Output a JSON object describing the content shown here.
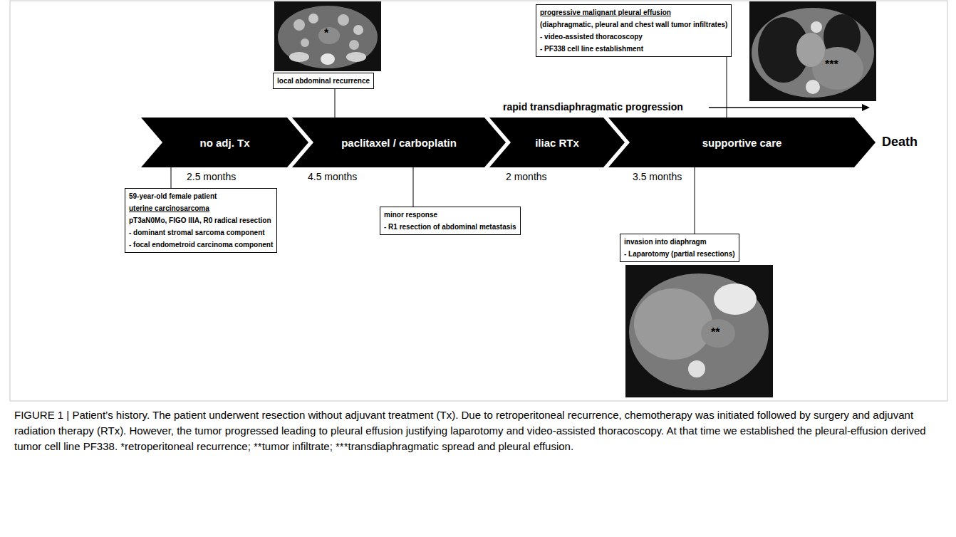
{
  "diagram": {
    "caption": "FIGURE 1 | Patient’s history. The patient underwent resection without adjuvant treatment (Tx). Due to retroperitoneal recurrence, chemotherapy was initiated followed by surgery and adjuvant radiation therapy (RTx). However, the tumor progressed leading to pleural effusion justifying laparotomy and video-assisted thoracoscopy. At that time we established the pleural-effusion derived tumor cell line PF338. *retroperitoneal recurrence; **tumor infiltrate; ***transdiaphragmatic spread and pleural effusion.",
    "nodes": [
      {
        "text": [
          "local abdominal recurrence"
        ]
      },
      {
        "text": [
          "progressive malignant pleural effusion",
          "(diaphragmatic, pleural and chest wall tumor infiltrates)",
          "- video-assisted thoracoscopy",
          "- PF338 cell line establishment"
        ]
      },
      {
        "text": [
          "no adj. Tx"
        ]
      },
      {
        "text": [
          "paclitaxel / carboplatin"
        ]
      },
      {
        "text": [
          "iliac RTx"
        ]
      },
      {
        "text": [
          "supportive care"
        ]
      },
      {
        "text": [
          "59-year-old female patient",
          "uterine carcinosarcoma",
          "pT3aN0Mo, FIGO IIIA, R0 radical resection",
          "- dominant stromal sarcoma component",
          "- focal endometroid carcinoma component"
        ]
      },
      {
        "text": [
          "minor response",
          "- R1 resection of abdominal metastasis"
        ]
      },
      {
        "text": [
          "invasion into diaphragm",
          "- Laparotomy (partial resections)"
        ]
      }
    ],
    "edges": [
      {
        "from": 0,
        "to": 3,
        "arrow": "none"
      },
      {
        "from": 1,
        "to": 5,
        "arrow": "none"
      },
      {
        "from": 6,
        "to": 2,
        "arrow": "none"
      },
      {
        "from": 7,
        "to": 3,
        "arrow": "none"
      },
      {
        "from": 8,
        "to": 5,
        "arrow": "none"
      }
    ],
    "labels": [
      "*",
      "***",
      "rapid transdiaphragmatic progression",
      "Death",
      "2.5 months",
      "4.5 months",
      "2 months",
      "3.5 months",
      "**"
    ]
  }
}
